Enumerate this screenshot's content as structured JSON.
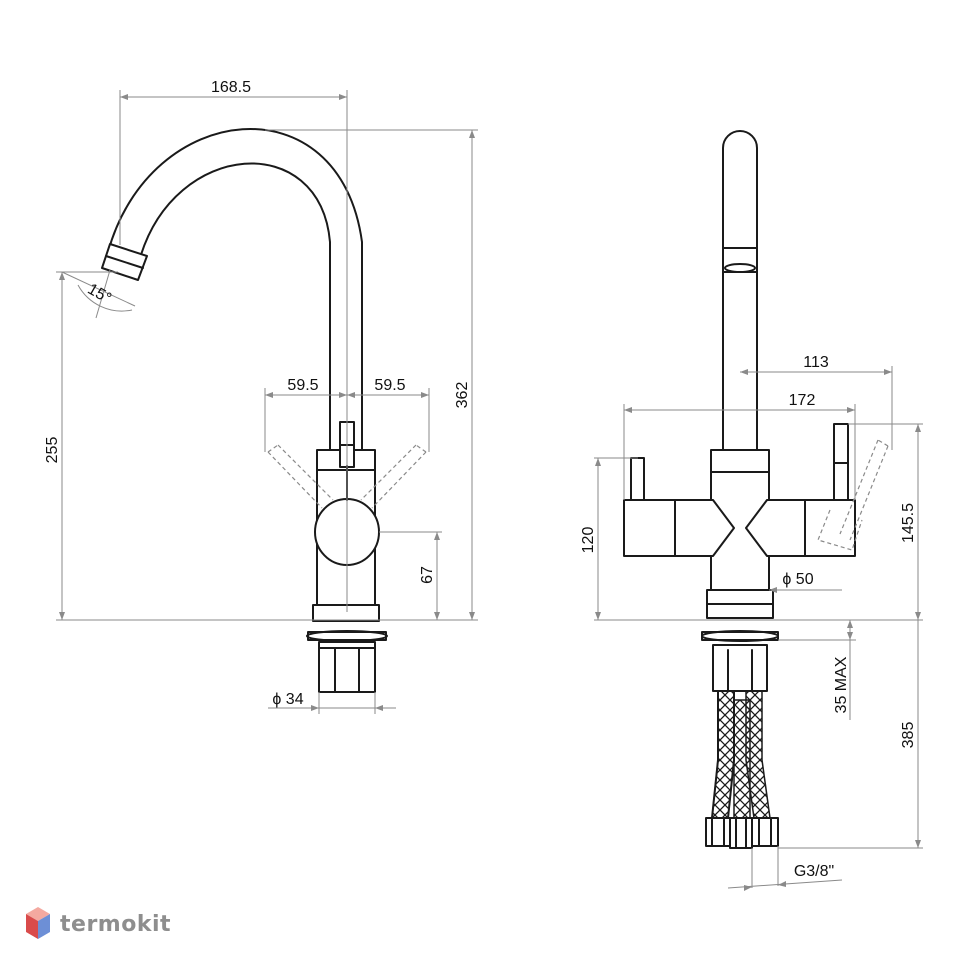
{
  "left_view": {
    "dimensions": {
      "spout_reach": "168.5",
      "lever_left": "59.5",
      "lever_right": "59.5",
      "total_height": "362",
      "outlet_height": "255",
      "body_height": "67",
      "base_diameter": "ϕ 34",
      "spout_angle": "15°"
    }
  },
  "right_view": {
    "dimensions": {
      "lever_offset": "113",
      "overall_width": "172",
      "handle_height": "120",
      "lever_height": "145.5",
      "body_diameter": "ϕ 50",
      "worktop_max": "35 MAX",
      "hose_length": "385",
      "connection_thread": "G3/8\""
    }
  },
  "brand": {
    "name": "termokit",
    "colors": {
      "top": "#f4a9a0",
      "left": "#d94b4b",
      "right": "#6d8fd6"
    }
  }
}
